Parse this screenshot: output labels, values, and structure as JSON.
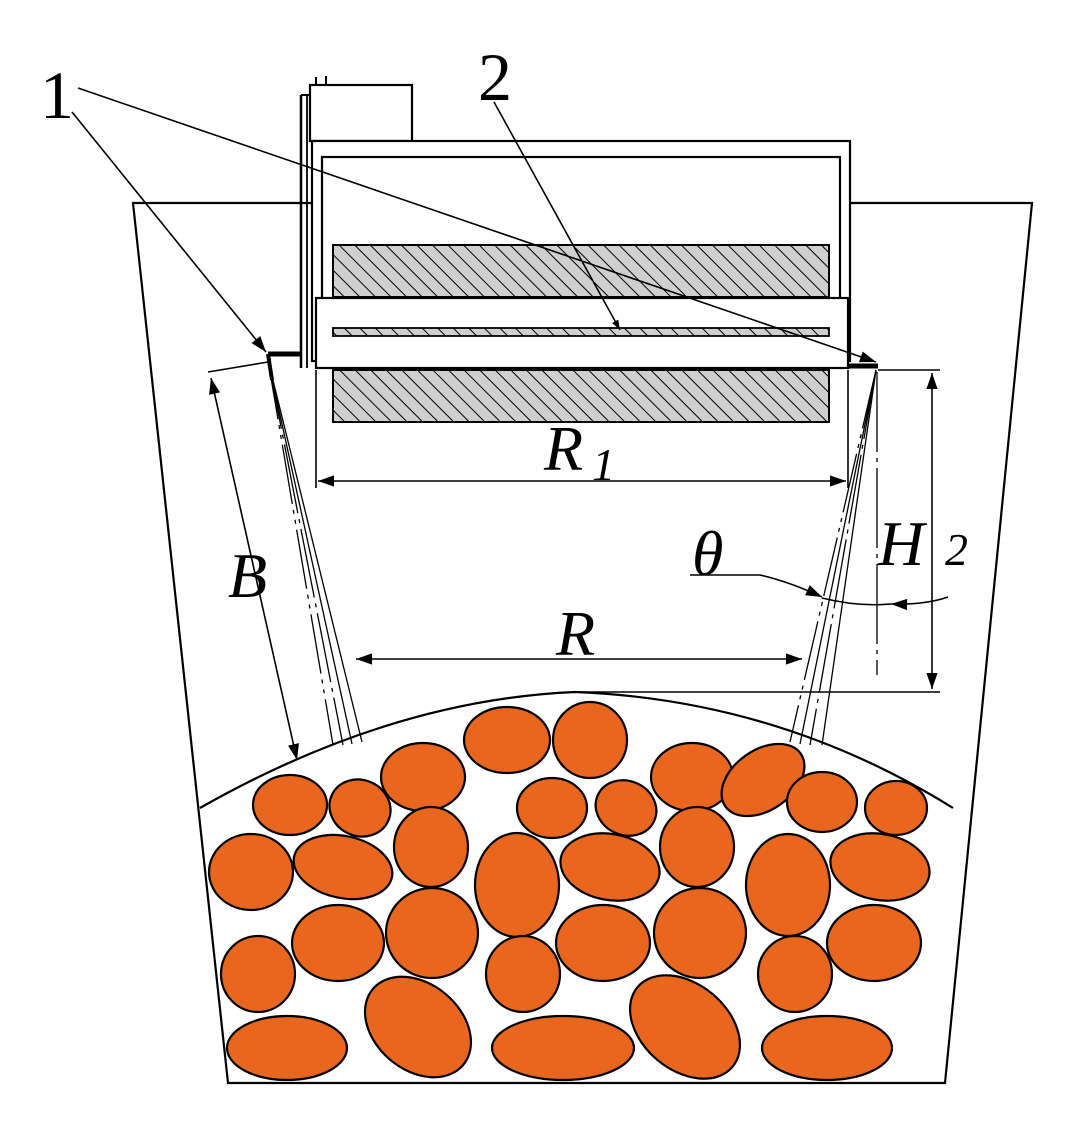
{
  "labels": {
    "part1": "1",
    "part2": "2",
    "r1": "R",
    "r1_sub": "1",
    "h2": "H",
    "h2_sub": "2",
    "b": "B",
    "r": "R",
    "theta": "θ"
  },
  "colors": {
    "stroke": "#000000",
    "ore": "#E8661E",
    "hatch_fill": "#cfcfcf",
    "background": "#ffffff"
  }
}
